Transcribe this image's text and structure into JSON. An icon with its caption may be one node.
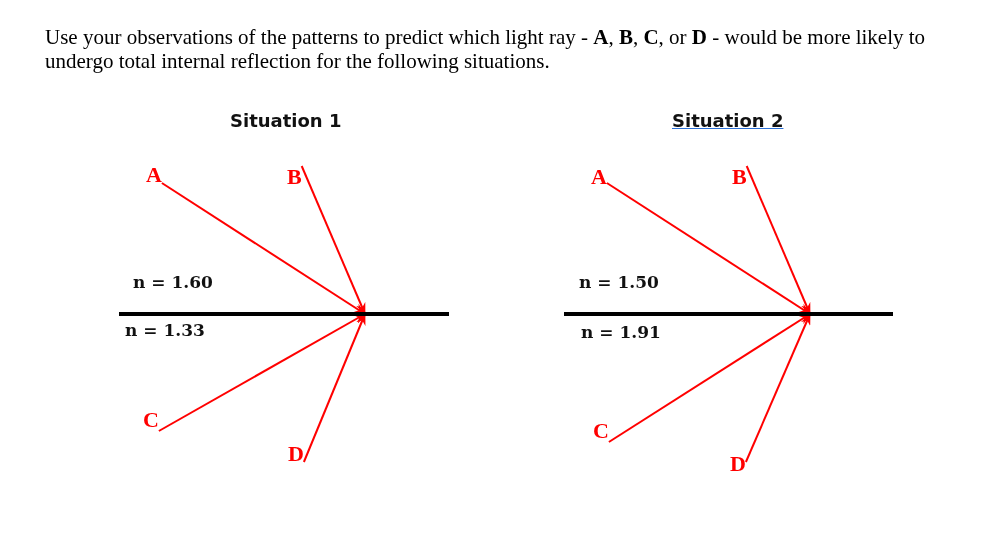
{
  "diagram": {
    "title": "Use your observations of the patterns to predict which light ray - **A**, **B**, **C**, or **D** - would be more likely to undergo total internal reflection for the following situations.",
    "nodes": [
      {
        "text": [
          "A"
        ]
      },
      {
        "text": [
          "B"
        ]
      },
      {
        "text": [
          "C"
        ]
      },
      {
        "text": [
          "D"
        ]
      },
      {
        "text": [
          "A"
        ]
      },
      {
        "text": [
          "B"
        ]
      },
      {
        "text": [
          "C"
        ]
      },
      {
        "text": [
          "D"
        ]
      }
    ],
    "edges": [
      {
        "from": 0,
        "to": null,
        "arrow": "to",
        "color": "#ff0000"
      },
      {
        "from": 1,
        "to": null,
        "arrow": "to",
        "color": "#ff0000"
      },
      {
        "from": 2,
        "to": null,
        "arrow": "to",
        "color": "#ff0000"
      },
      {
        "from": 3,
        "to": null,
        "arrow": "to",
        "color": "#ff0000"
      },
      {
        "from": 4,
        "to": null,
        "arrow": "to",
        "color": "#ff0000"
      },
      {
        "from": 5,
        "to": null,
        "arrow": "to",
        "color": "#ff0000"
      },
      {
        "from": 6,
        "to": null,
        "arrow": "to",
        "color": "#ff0000"
      },
      {
        "from": 7,
        "to": null,
        "arrow": "to",
        "color": "#ff0000"
      }
    ],
    "labels": [
      "Situation 1",
      "Situation 2",
      "n = 1.60",
      "n = 1.50",
      "n = 1.33",
      "n = 1.91"
    ]
  }
}
